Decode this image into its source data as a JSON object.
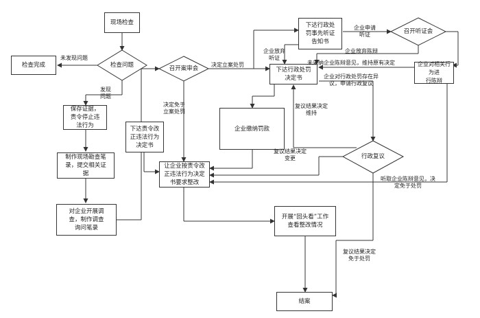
{
  "nodes": {
    "site_inspection": "现场检查",
    "inspection_done": "检查完成",
    "inspect_issue": "检查问题",
    "hold_meeting": "召开案审会",
    "issue_hearing_notice": "下达行政处\n罚事先听证\n告知书",
    "hold_hearing": "召开听证会",
    "issue_penalty_decision": "下达行政处罚\n决定书",
    "enterprise_defense": "企业对相关行为进\n行陈辩",
    "preserve_evidence": "保存证据，\n责令停止违\n法行为",
    "correction_order": "下达责令改\n正违法行为\n决定书",
    "pay_fine": "企业缴纳罚款",
    "record_survey": "制作现场勘查笔\n录，提交相关证\n据",
    "admin_review": "行政复议",
    "rectify_on_time": "让企业按责令改\n正违法行为决定\n书要求整改",
    "investigate": "对企业开展调\n查，制作调查\n询问笔录",
    "lookback": "开展“回头看”工作\n查看整改情况",
    "close_case": "结案"
  },
  "edge_labels": {
    "not_found": "未发现问题",
    "found": "发现\n问题",
    "decide_penalty": "决定立案处罚",
    "decide_exempt": "决定免于\n立案处罚",
    "apply_hearing": "企业申请\n听证",
    "waive_hearing": "企业放弃\n听证",
    "waive_defense": "企业放弃陈辩",
    "not_adopt": "未采纳企业陈辩意见，维持原有决定",
    "dispute": "企业对行政处罚存在异\n议，申请行政复议",
    "review_maintain": "复议结果决定\n维持",
    "review_change": "复议结果决定\n变更",
    "adopt_exempt": "听取企业陈辩意见，决\n定免于处罚",
    "review_exempt": "复议结果决定\n免于处罚"
  }
}
